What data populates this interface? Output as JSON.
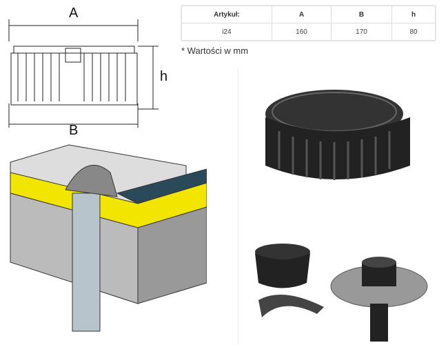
{
  "table": {
    "headers": [
      "Artykuł:",
      "A",
      "B",
      "h"
    ],
    "rows": [
      [
        "i24",
        "160",
        "170",
        "80"
      ]
    ]
  },
  "note": "* Wartości w mm",
  "diagram": {
    "label_a": "A",
    "label_b": "B",
    "label_h": "h"
  }
}
